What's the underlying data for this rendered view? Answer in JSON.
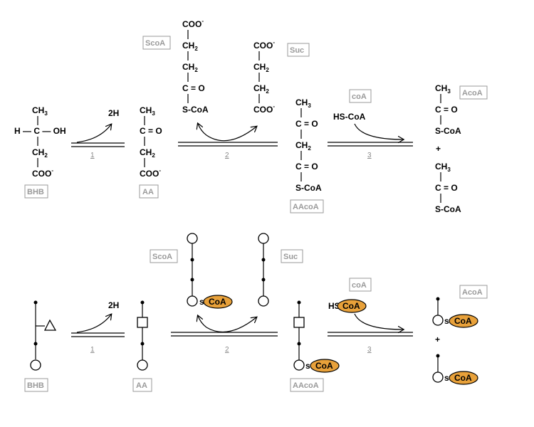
{
  "labels": {
    "bhb": "BHB",
    "aa": "AA",
    "scoa": "ScoA",
    "suc": "Suc",
    "aacoa": "AAcoA",
    "coa": "coA",
    "acoa": "AcoA"
  },
  "steps": {
    "s1": "1",
    "s2": "2",
    "s3": "3"
  },
  "reagents": {
    "two_h": "2H",
    "hscoa": "HS-CoA",
    "hs": "HS",
    "plus": "+"
  },
  "chem": {
    "ch3": "CH",
    "ch2": "CH",
    "sub3": "3",
    "sub2": "2",
    "h_c_oh": "H — C — OH",
    "coo": "COO",
    "minus": "-",
    "c_eq_o": "C = O",
    "scoa": "S-CoA",
    "s": "s",
    "coa": "CoA"
  }
}
